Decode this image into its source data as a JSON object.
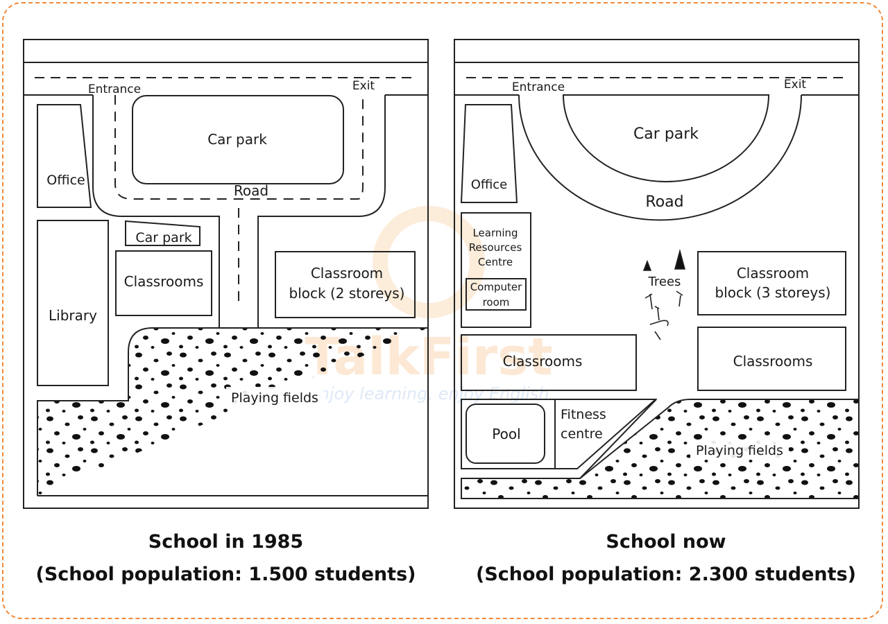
{
  "watermark": {
    "brand": "TalkFirst",
    "tagline": "Enjoy learning, enjoy English",
    "color": "#f6c48f"
  },
  "map_1985": {
    "entrance": "Entrance",
    "exit": "Exit",
    "car_park_main": "Car park",
    "road": "Road",
    "office": "Office",
    "car_park_small": "Car park",
    "classrooms": "Classrooms",
    "library": "Library",
    "classroom_block_line1": "Classroom",
    "classroom_block_line2": "block (2 storeys)",
    "playing_fields": "Playing fields",
    "caption_title": "School in 1985",
    "caption_population": "(School population: 1.500 students)"
  },
  "map_now": {
    "entrance": "Entrance",
    "exit": "Exit",
    "car_park": "Car park",
    "road": "Road",
    "office": "Office",
    "lrc_line1": "Learning",
    "lrc_line2": "Resources",
    "lrc_line3": "Centre",
    "computer_line1": "Computer",
    "computer_line2": "room",
    "trees": "Trees",
    "classroom_block_line1": "Classroom",
    "classroom_block_line2": "block (3 storeys)",
    "classrooms_left": "Classrooms",
    "classrooms_right": "Classrooms",
    "pool": "Pool",
    "fitness_line1": "Fitness",
    "fitness_line2": "centre",
    "playing_fields": "Playing fields",
    "caption_title": "School now",
    "caption_population": "(School population: 2.300 students)"
  }
}
